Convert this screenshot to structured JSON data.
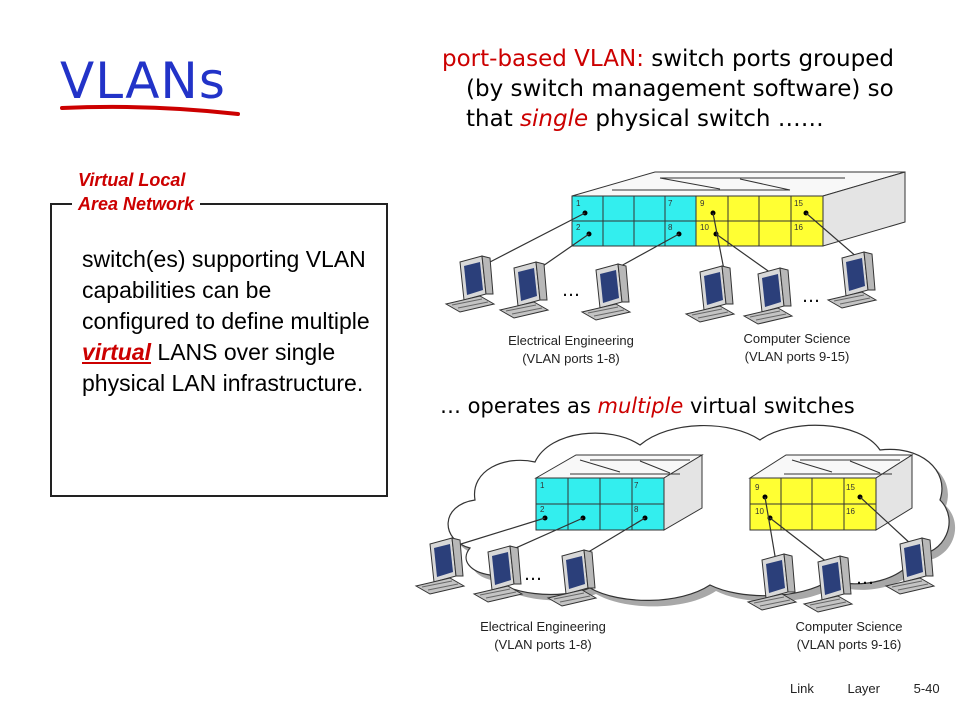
{
  "slide": {
    "title": "VLANs",
    "intro_lead": "port-based VLAN:",
    "intro_rest1": " switch ports grouped",
    "intro_line2": "(by switch management software) so",
    "intro_line3_pre": "that ",
    "intro_line3_em": "single",
    "intro_line3_post": " physical switch ……",
    "box_label_line1": "Virtual Local",
    "box_label_line2": "Area Network",
    "box_text_pre": "switch(es) supporting VLAN capabilities can be configured to define multiple ",
    "box_text_virtual": "virtual",
    "box_text_post": " LANS over single physical LAN infrastructure.",
    "mid_pre": "… operates as ",
    "mid_em": "multiple",
    "mid_post": " virtual switches",
    "footer": "Link Layer 5-40"
  },
  "top_switch": {
    "ports": [
      "1",
      "7",
      "9",
      "15",
      "2",
      "8",
      "10",
      "16"
    ],
    "ellipsis": "…",
    "ee_group": "Electrical Engineering",
    "ee_ports": "(VLAN ports 1-8)",
    "cs_group": "Computer Science",
    "cs_ports": "(VLAN ports 9-15)"
  },
  "bottom_switches": {
    "left_ports": [
      "1",
      "7",
      "2",
      "8"
    ],
    "right_ports": [
      "9",
      "15",
      "10",
      "16"
    ],
    "ellipsis": "…",
    "ee_group": "Electrical Engineering",
    "ee_ports": "(VLAN ports 1-8)",
    "cs_group": "Computer Science",
    "cs_ports": "(VLAN ports 9-16)"
  },
  "colors": {
    "ee": "#33eeee",
    "cs": "#ffff33",
    "title": "#2233c8",
    "accent": "#cc0000"
  }
}
